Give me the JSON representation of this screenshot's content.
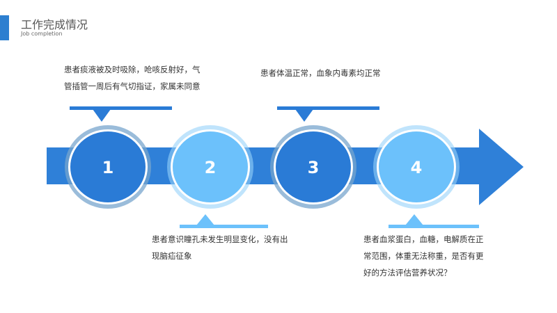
{
  "header": {
    "title": "工作完成情况",
    "subtitle": "Job completion"
  },
  "colors": {
    "dark": "#2a7bd6",
    "light": "#6cc1fb",
    "band": "#2f80d8"
  },
  "steps": [
    {
      "number": "1",
      "text": "患者痰液被及时吸除，呛咳反射好，气管插管一周后有气切指证，家属未同意"
    },
    {
      "number": "2",
      "text": "患者意识瞳孔未发生明显变化，没有出现脑疝征象"
    },
    {
      "number": "3",
      "text": "患者体温正常，血象内毒素均正常"
    },
    {
      "number": "4",
      "text": "患者血浆蛋白，血糖，电解质在正常范围，体重无法称重，是否有更好的方法评估营养状况？"
    }
  ]
}
